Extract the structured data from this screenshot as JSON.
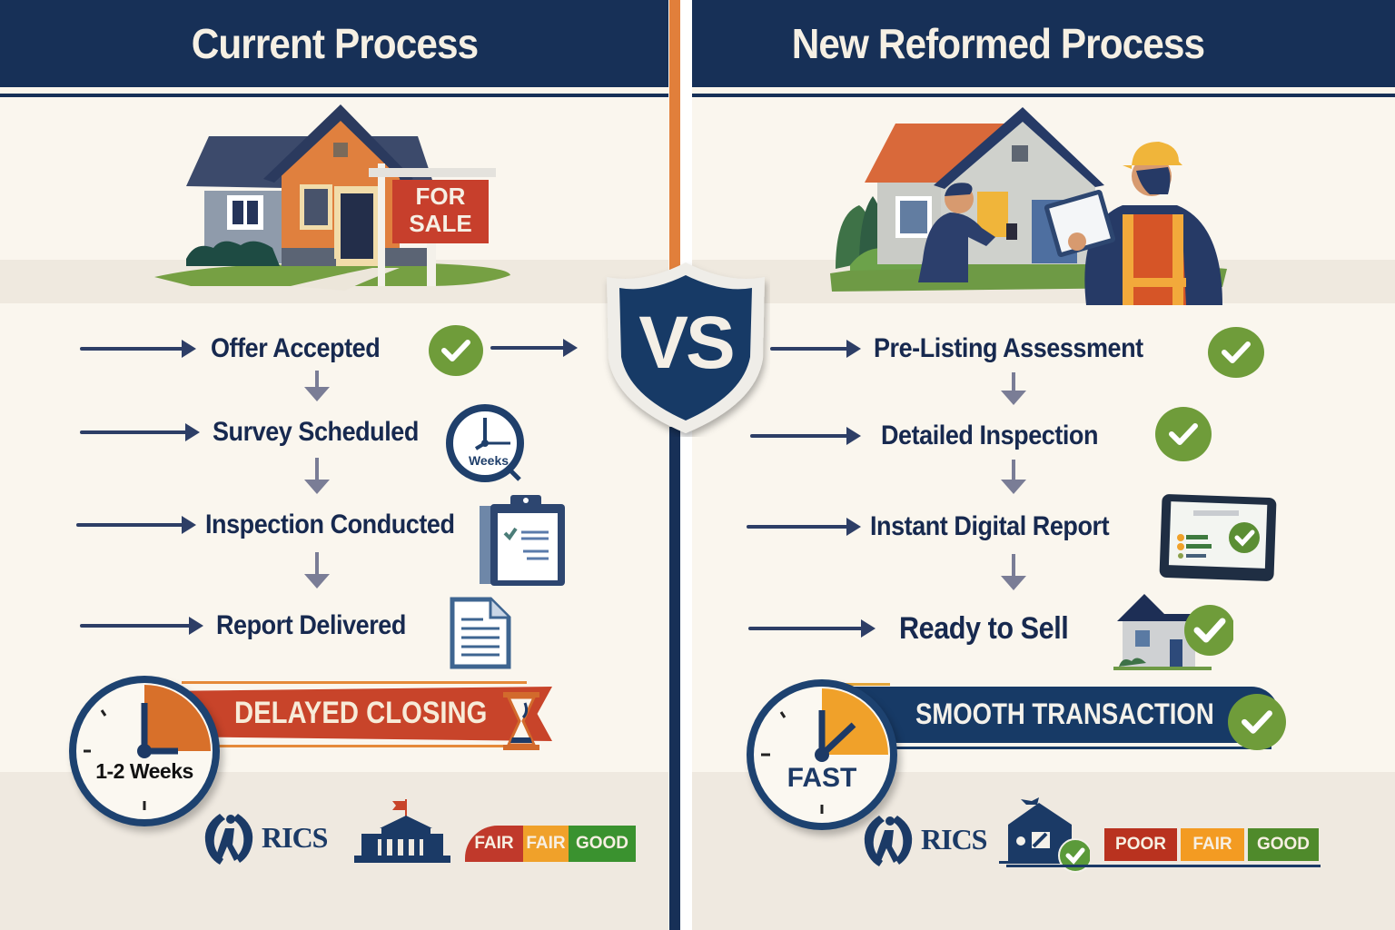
{
  "left": {
    "title": "Current Process",
    "illustration": "house-for-sale",
    "sign_text": [
      "FOR",
      "SALE"
    ],
    "steps": [
      {
        "label": "Offer Accepted",
        "icon": "check-circle-icon"
      },
      {
        "label": "Survey Scheduled",
        "icon": "clock-icon",
        "icon_text": "Weeks"
      },
      {
        "label": "Inspection Conducted",
        "icon": "clipboard-icon"
      },
      {
        "label": "Report Delivered",
        "icon": "document-icon"
      }
    ],
    "outcome": {
      "clock_text": "1-2 Weeks",
      "ribbon_text": "DELAYED CLOSING",
      "ribbon_icon": "hourglass-icon",
      "color": "#c8442a"
    },
    "footer": {
      "logo_text": "RICS",
      "building_icon": "government-building-icon",
      "rating": [
        {
          "label": "FAIR",
          "color": "#c0392b"
        },
        {
          "label": "FAIR",
          "color": "#f0a12a"
        },
        {
          "label": "GOOD",
          "color": "#3a922f"
        }
      ]
    }
  },
  "center": {
    "vs_label": "VS"
  },
  "right": {
    "title": "New Reformed Process",
    "illustration": "inspectors-at-house",
    "steps": [
      {
        "label": "Pre-Listing Assessment",
        "icon": "check-circle-icon"
      },
      {
        "label": "Detailed Inspection",
        "icon": "check-circle-icon"
      },
      {
        "label": "Instant Digital Report",
        "icon": "tablet-report-icon"
      },
      {
        "label": "Ready to Sell",
        "icon": "house-check-icon"
      }
    ],
    "outcome": {
      "clock_text": "FAST",
      "ribbon_text": "SMOOTH TRANSACTION",
      "ribbon_icon": "check-circle-icon",
      "color": "#173a66"
    },
    "footer": {
      "logo_text": "RICS",
      "house_icon": "house-check-icon",
      "rating": [
        {
          "label": "POOR",
          "color": "#b9321f"
        },
        {
          "label": "FAIR",
          "color": "#f39b22"
        },
        {
          "label": "GOOD",
          "color": "#4f8a2b"
        }
      ]
    }
  },
  "colors": {
    "navy": "#173057",
    "orange": "#e17f3b",
    "green": "#6f9c3a",
    "cream": "#faf6ee"
  }
}
